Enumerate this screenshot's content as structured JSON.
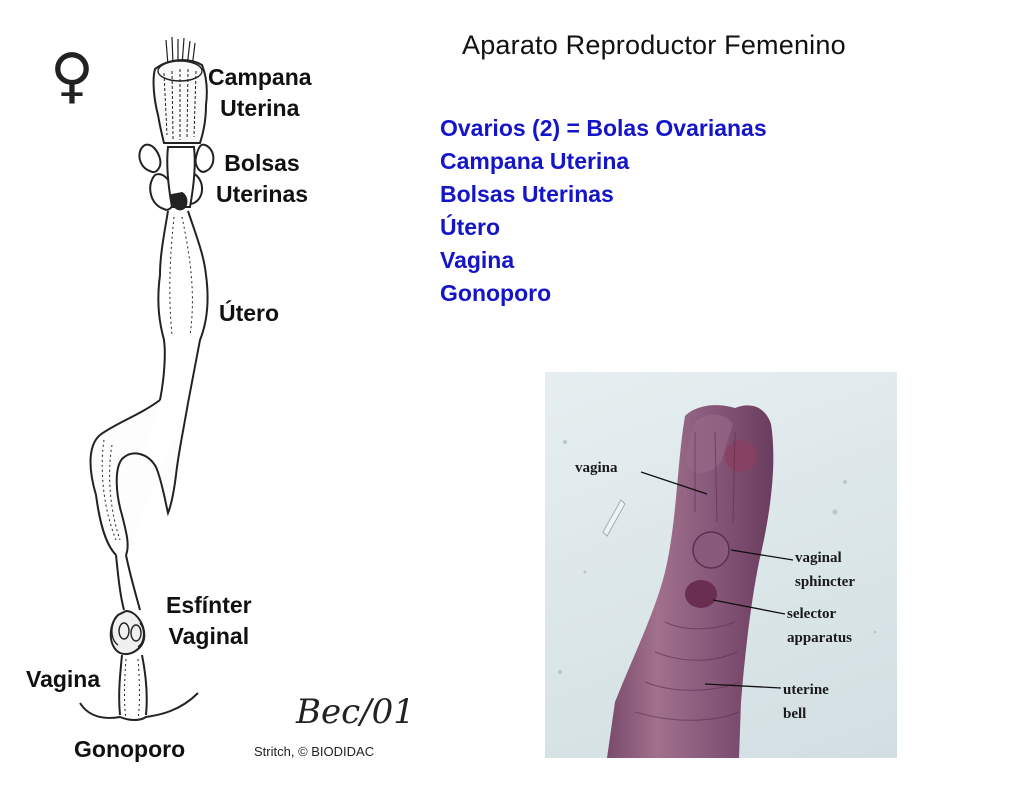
{
  "title": "Aparato Reproductor Femenino",
  "symbol": "♀",
  "topics": [
    "Ovarios (2) = Bolas Ovarianas",
    "Campana Uterina",
    "Bolsas Uterinas",
    "Útero",
    "Vagina",
    "Gonoporo"
  ],
  "drawing_labels": {
    "campana": [
      "Campana",
      "Uterina"
    ],
    "bolsas": [
      "Bolsas",
      "Uterinas"
    ],
    "utero": "Útero",
    "esfinter": [
      "Esfínter",
      "Vaginal"
    ],
    "vagina": "Vagina",
    "gonoporo": "Gonoporo"
  },
  "signature": "Bec/01",
  "credit": "Stritch, © BIODIDAC",
  "micrograph_labels": {
    "vagina": "vagina",
    "sphincter": [
      "vaginal",
      "sphincter"
    ],
    "selector": [
      "selector",
      "apparatus"
    ],
    "bell": [
      "uterine",
      "bell"
    ]
  },
  "colors": {
    "topics": "#1414c8",
    "text": "#111111"
  }
}
